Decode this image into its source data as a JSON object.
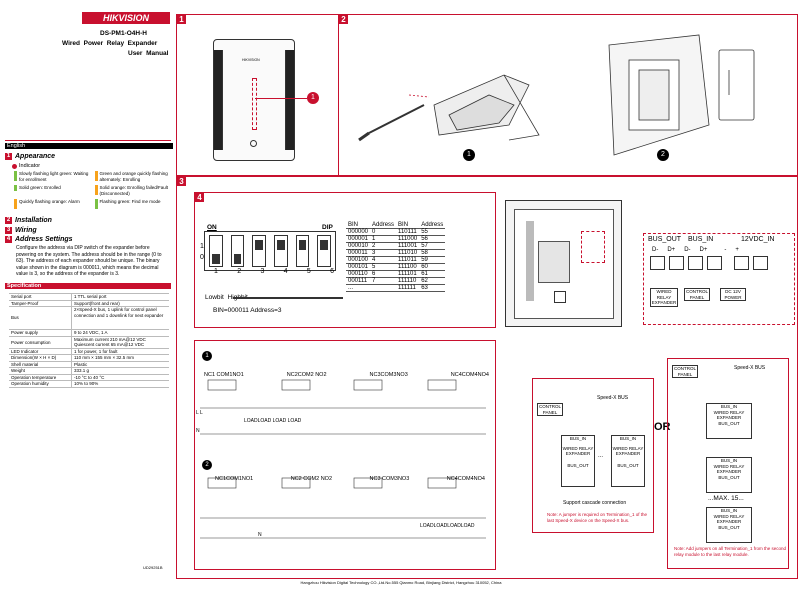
{
  "brand": "HIKVISION",
  "model": "DS-PM1-O4H-H",
  "title_line1": "Wired  Power  Relay  Expander",
  "title_line2": "User  Manual",
  "lang": "English",
  "sections": {
    "s1": {
      "num": "1",
      "title": "Appearance"
    },
    "s1_sub": "Indicator",
    "s2": {
      "num": "2",
      "title": "Installation"
    },
    "s3": {
      "num": "3",
      "title": "Wiring"
    },
    "s4": {
      "num": "4",
      "title": "Address Settings"
    }
  },
  "indicators": [
    {
      "label": "Slowly flashing light green: Waiting for enrollment"
    },
    {
      "label": "Green and orange quickly flashing alternately: Enrolling"
    },
    {
      "label": "Solid green: Enrolled"
    },
    {
      "label": "Solid orange: Enrolling failed/Fault (Disconnected)"
    },
    {
      "label": "Quickly flashing orange: Alarm"
    },
    {
      "label": "Flashing green: Find me mode"
    }
  ],
  "address_text": "Configure the address via DIP switch of the expander before powering on the system. The address should be in the range (0 to 63). The address of each expander should be unique. The binary value shown in the diagram is 000011, which means the decimal value is 3, so the address of the expander is 3.",
  "spec_title": "Specification",
  "specs": [
    {
      "k": "Serial port",
      "v": "1 TTL serial port"
    },
    {
      "k": "Tamper-Proof",
      "v": "Support(front and rear)"
    },
    {
      "k": "Bus",
      "v": "2×Speed-X bus, 1 uplink for control panel connection and 1 downlink for next expander"
    },
    {
      "k": "Power supply",
      "v": "9 to 24 VDC, 1 A"
    },
    {
      "k": "Power consumption",
      "v": "Maximum current 210 mA@12 VDC Quiescent current 65 mA@12 VDC"
    },
    {
      "k": "LED Indicator",
      "v": "1 for power, 1 for fault"
    },
    {
      "k": "Dimension(W × H × D)",
      "v": "110 mm × 155 mm × 32.5 mm"
    },
    {
      "k": "Shell material",
      "v": "Plastic"
    },
    {
      "k": "Weight",
      "v": "333.1 g"
    },
    {
      "k": "Operation temperature",
      "v": "-10 °C to 40 °C"
    },
    {
      "k": "Operation humidity",
      "v": "10% to 90%"
    }
  ],
  "doc_code": "UD29251B",
  "footer": "Hangzhou Hikvision Digital Technology CO.,Ltd.No.555 Qianmo Road, Binjiang District, Hangzhou 310052, China",
  "panel_labels": {
    "p1": "1",
    "p2": "2",
    "p3": "3",
    "p4": "4",
    "c1": "1",
    "c2": "2"
  },
  "dip": {
    "on": "ON",
    "dip": "DIP",
    "one": "1",
    "zero": "0",
    "nums": [
      "1",
      "2",
      "3",
      "4",
      "5",
      "6"
    ],
    "lowbit": "Lowbit",
    "highbit": "Highbit",
    "bin_note": "BIN=000011 Address=3"
  },
  "bin_table": [
    [
      "BIN",
      "Address",
      "BIN",
      "Address"
    ],
    [
      "000000",
      "0",
      "110111",
      "55"
    ],
    [
      "000001",
      "1",
      "111000",
      "56"
    ],
    [
      "000010",
      "2",
      "111001",
      "57"
    ],
    [
      "000011",
      "3",
      "111010",
      "58"
    ],
    [
      "000100",
      "4",
      "111011",
      "59"
    ],
    [
      "000101",
      "5",
      "111100",
      "60"
    ],
    [
      "000110",
      "6",
      "111101",
      "61"
    ],
    [
      "000111",
      "7",
      "111110",
      "62"
    ],
    [
      "...",
      "",
      "111111",
      "63"
    ]
  ],
  "terminals": {
    "bus_out": "BUS_OUT",
    "bus_in": "BUS_IN",
    "v12": "12VDC_IN",
    "d_minus": "D-",
    "d_plus": "D+",
    "minus": "-",
    "plus": "+",
    "wired": "WIRED RELAY EXPANDER",
    "control": "CONTROL PANEL",
    "dc": "DC 12V POWER"
  },
  "relay": {
    "groups1": [
      "NC1",
      "COM1",
      "NO1",
      "NC2",
      "COM2",
      "NO2",
      "NC3",
      "COM3",
      "NO3",
      "NC4",
      "COM4",
      "NO4"
    ],
    "L": "L",
    "N": "N",
    "load": "LOAD",
    "ll": "L L"
  },
  "cascade": {
    "speedx": "Speed-X BUS",
    "control": "CONTROL PANEL",
    "bus_in": "BUS_IN",
    "bus_out": "BUS_OUT",
    "wired": "WIRED RELAY EXPANDER",
    "ellipsis": "...",
    "support": "Support cascade connection",
    "note": "Note: A jumper is required on Termination_1 of the last Speed-X device on the Speed-X bus.",
    "or": "OR",
    "max": "...MAX. 15...",
    "note2": "Note: Add jumpers on all Termination_1 from the second relay module to the last relay module."
  }
}
